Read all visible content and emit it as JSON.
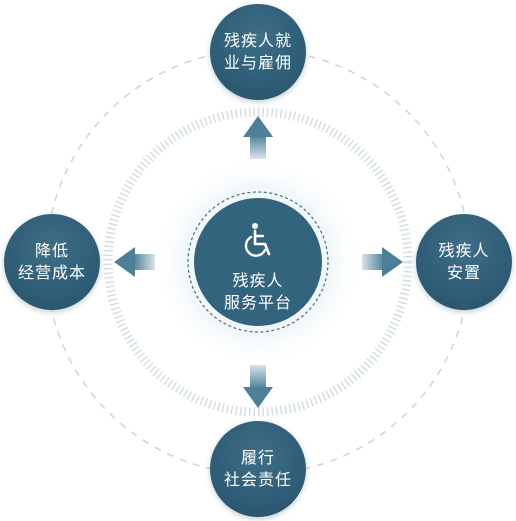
{
  "center": {
    "line1": "残疾人",
    "line2": "服务平台",
    "icon": "wheelchair-icon"
  },
  "nodes": {
    "top": {
      "line1": "残疾人就",
      "line2": "业与雇佣"
    },
    "left": {
      "line1": "降低",
      "line2": "经营成本"
    },
    "right": {
      "line1": "残疾人",
      "line2": "安置"
    },
    "bottom": {
      "line1": "履行",
      "line2": "社会责任"
    }
  },
  "colors": {
    "node": "#2f5f78",
    "arrow": "#5a8aa3",
    "ring": "#c9d8e0",
    "glow": "#eaf4f7"
  }
}
